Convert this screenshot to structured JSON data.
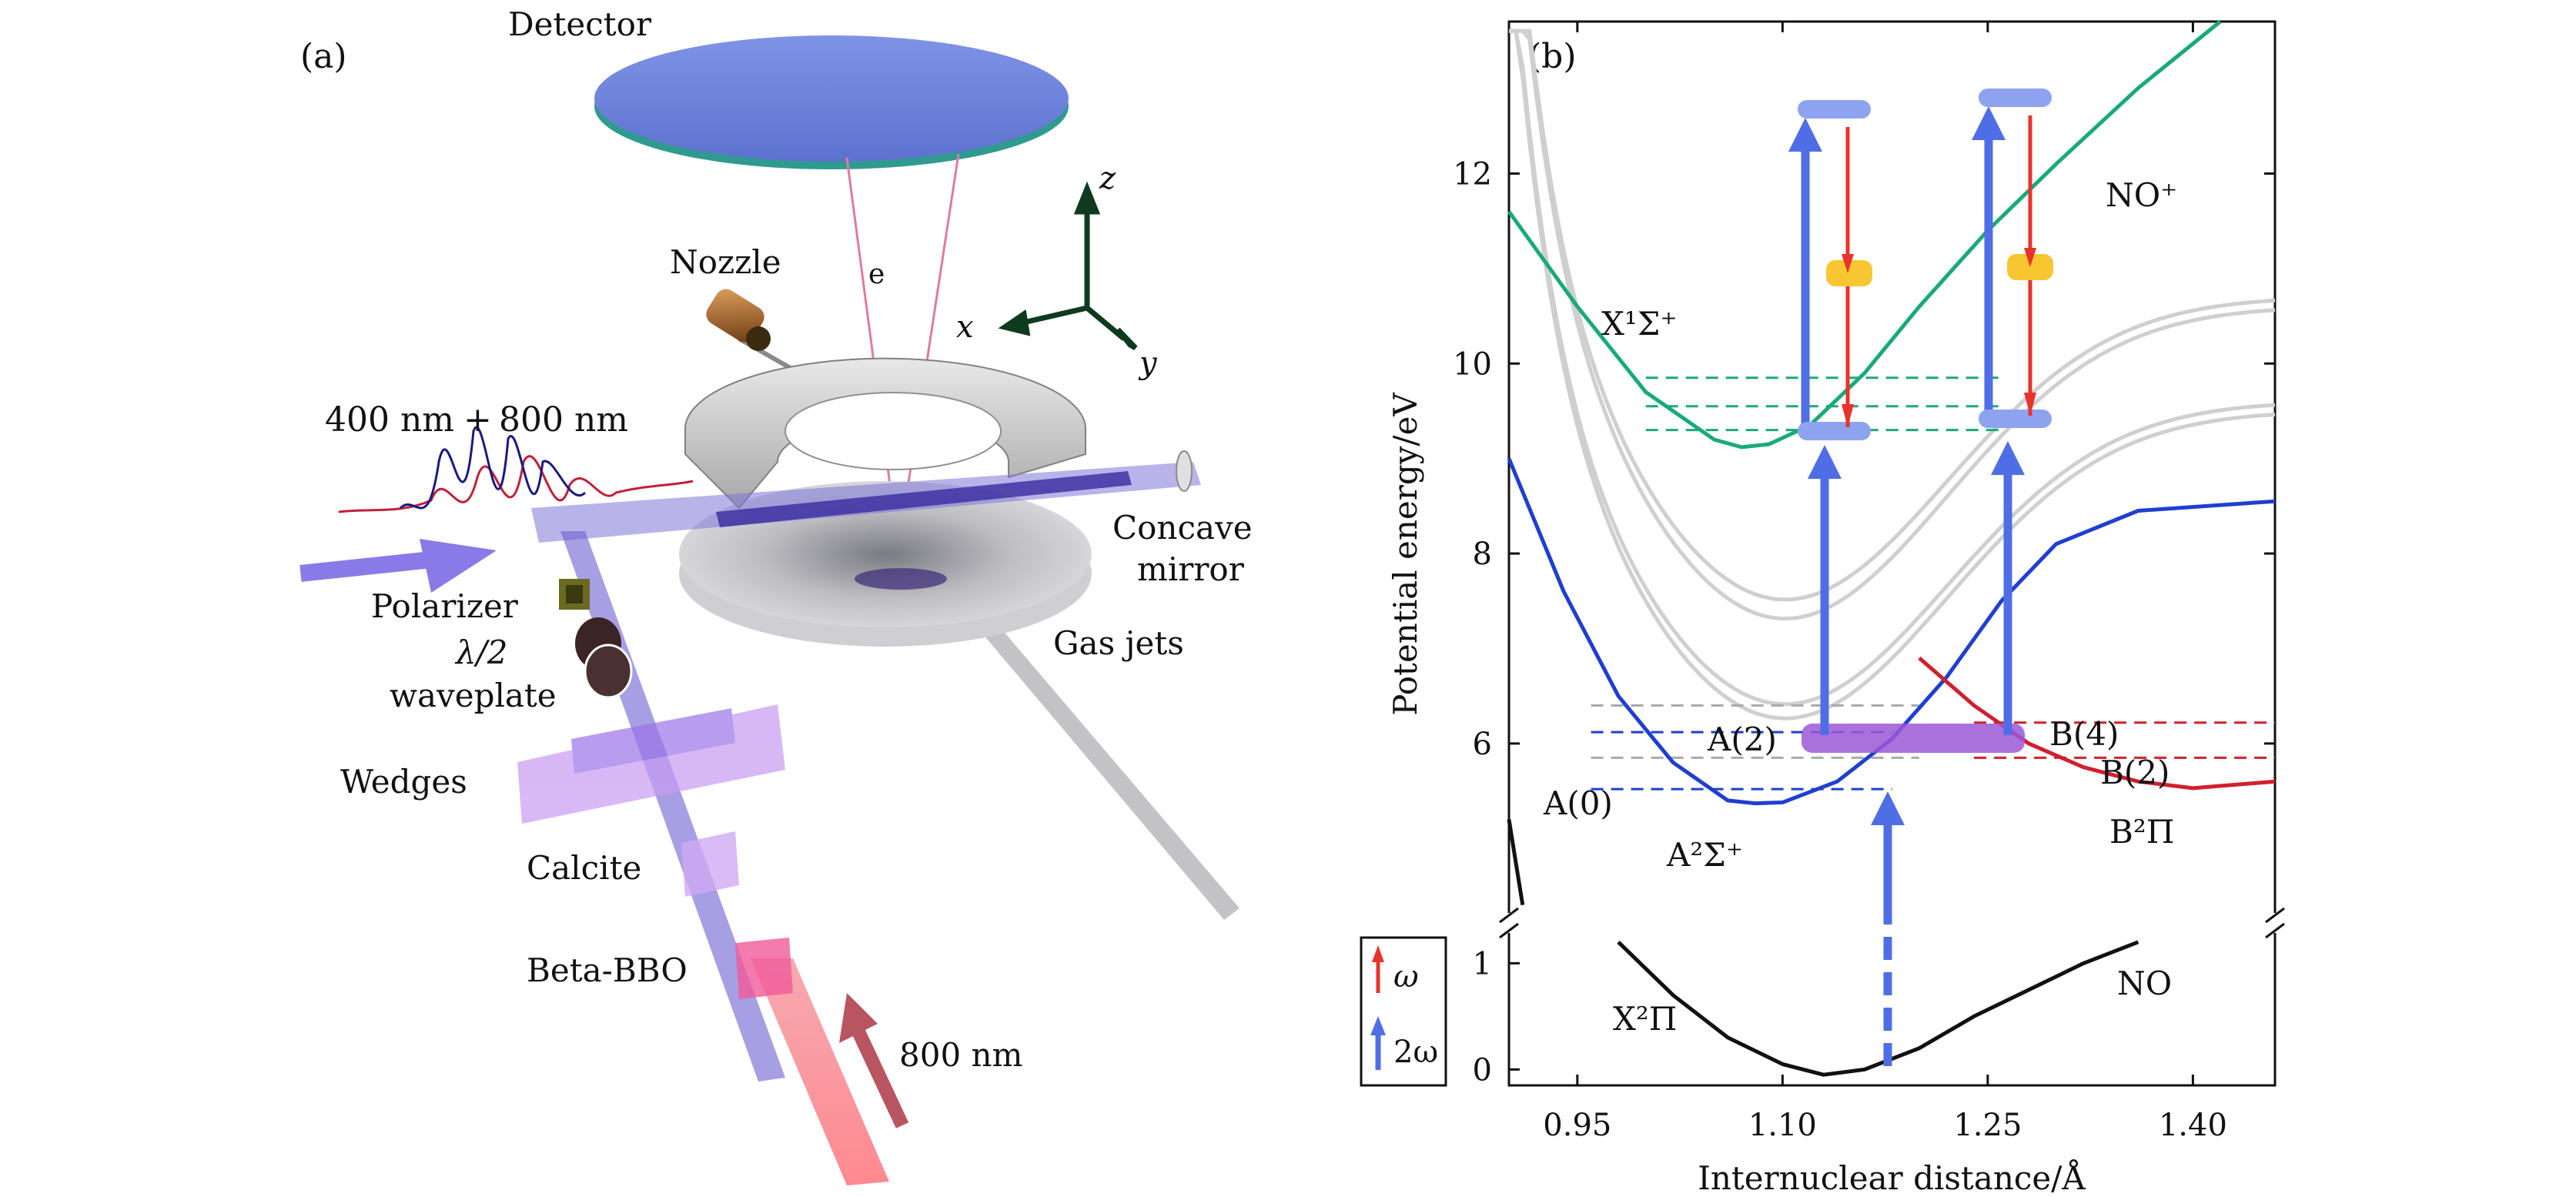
{
  "panel_a": {
    "panel_label": "(a)",
    "labels": {
      "detector": "Detector",
      "nozzle": "Nozzle",
      "electron": "e",
      "axis_z": "z",
      "axis_x": "x",
      "axis_y": "y",
      "beam_400": "400 nm",
      "plus": "+",
      "beam_800_red": "800 nm",
      "concave_1": "Concave",
      "concave_2": "mirror",
      "polarizer": "Polarizer",
      "half_wave_1": "λ/2",
      "half_wave_2": "waveplate",
      "gas_jets": "Gas jets",
      "wedges": "Wedges",
      "calcite": "Calcite",
      "beta_bbo": "Beta-BBO",
      "input_800": "800 nm"
    },
    "colors": {
      "violet": "#5b3fc4",
      "red": "#c0203a",
      "detector": "#6f82dc",
      "mirror": "#c8c8c8"
    }
  },
  "panel_b": {
    "panel_label": "(b)",
    "labels": {
      "ion": "NO⁺",
      "ion_state": "X¹Σ⁺",
      "a_state": "A²Σ⁺",
      "b_state": "B²Π",
      "a2": "A(2)",
      "a0": "A(0)",
      "b4": "B(4)",
      "b2": "B(2)",
      "x_state": "X²Π",
      "neutral": "NO",
      "legend_omega": "ω",
      "legend_2omega": "2ω"
    },
    "colors": {
      "ion": "#1aa97a",
      "a_state": "#1f3fcf",
      "b_state": "#d0202e",
      "arrow_2w": "#4f6ee6",
      "arrow_w": "#e8332a",
      "gray": "#cfcfcf",
      "yellow": "#f7c630"
    }
  },
  "chart_data": {
    "type": "line",
    "xlabel": "Internuclear distance/Å",
    "ylabel": "Potential energy/eV",
    "x_ticks": [
      "0.95",
      "1.10",
      "1.25",
      "1.40"
    ],
    "y_ticks_upper": [
      "6",
      "8",
      "10",
      "12"
    ],
    "y_ticks_lower": [
      "0",
      "1"
    ],
    "xlim": [
      0.9,
      1.46
    ],
    "ylim_upper": [
      4.2,
      13.6
    ],
    "ylim_lower": [
      -0.15,
      1.3
    ],
    "series": [
      {
        "name": "X¹Σ⁺",
        "x": [
          0.9,
          0.95,
          1.0,
          1.05,
          1.07,
          1.09,
          1.12,
          1.16,
          1.2,
          1.25,
          1.3,
          1.36,
          1.42
        ],
        "y": [
          11.6,
          10.6,
          9.7,
          9.2,
          9.12,
          9.15,
          9.35,
          9.9,
          10.6,
          11.4,
          12.1,
          12.9,
          13.6
        ]
      },
      {
        "name": "A²Σ⁺",
        "x": [
          0.9,
          0.94,
          0.98,
          1.02,
          1.06,
          1.08,
          1.1,
          1.14,
          1.18,
          1.22,
          1.26,
          1.3,
          1.36,
          1.46
        ],
        "y": [
          9.0,
          7.6,
          6.5,
          5.8,
          5.4,
          5.37,
          5.38,
          5.6,
          6.05,
          6.7,
          7.5,
          8.1,
          8.45,
          8.55
        ]
      },
      {
        "name": "B²Π",
        "x": [
          1.2,
          1.24,
          1.28,
          1.32,
          1.36,
          1.4,
          1.46
        ],
        "y": [
          6.9,
          6.4,
          6.0,
          5.75,
          5.6,
          5.53,
          5.6
        ]
      },
      {
        "name": "X²Π",
        "x": [
          0.98,
          1.02,
          1.06,
          1.1,
          1.13,
          1.16,
          1.2,
          1.24,
          1.28,
          1.32,
          1.36
        ],
        "y": [
          1.2,
          0.7,
          0.3,
          0.05,
          -0.05,
          0.0,
          0.2,
          0.5,
          0.75,
          1.0,
          1.2
        ]
      }
    ],
    "vibrational_levels": [
      {
        "state": "X¹Σ⁺",
        "energies": [
          9.3,
          9.55,
          9.85
        ]
      },
      {
        "state": "A²Σ⁺",
        "energies": [
          5.52,
          6.12
        ]
      },
      {
        "state": "B²Π",
        "energies": [
          5.85,
          6.22
        ]
      }
    ]
  }
}
